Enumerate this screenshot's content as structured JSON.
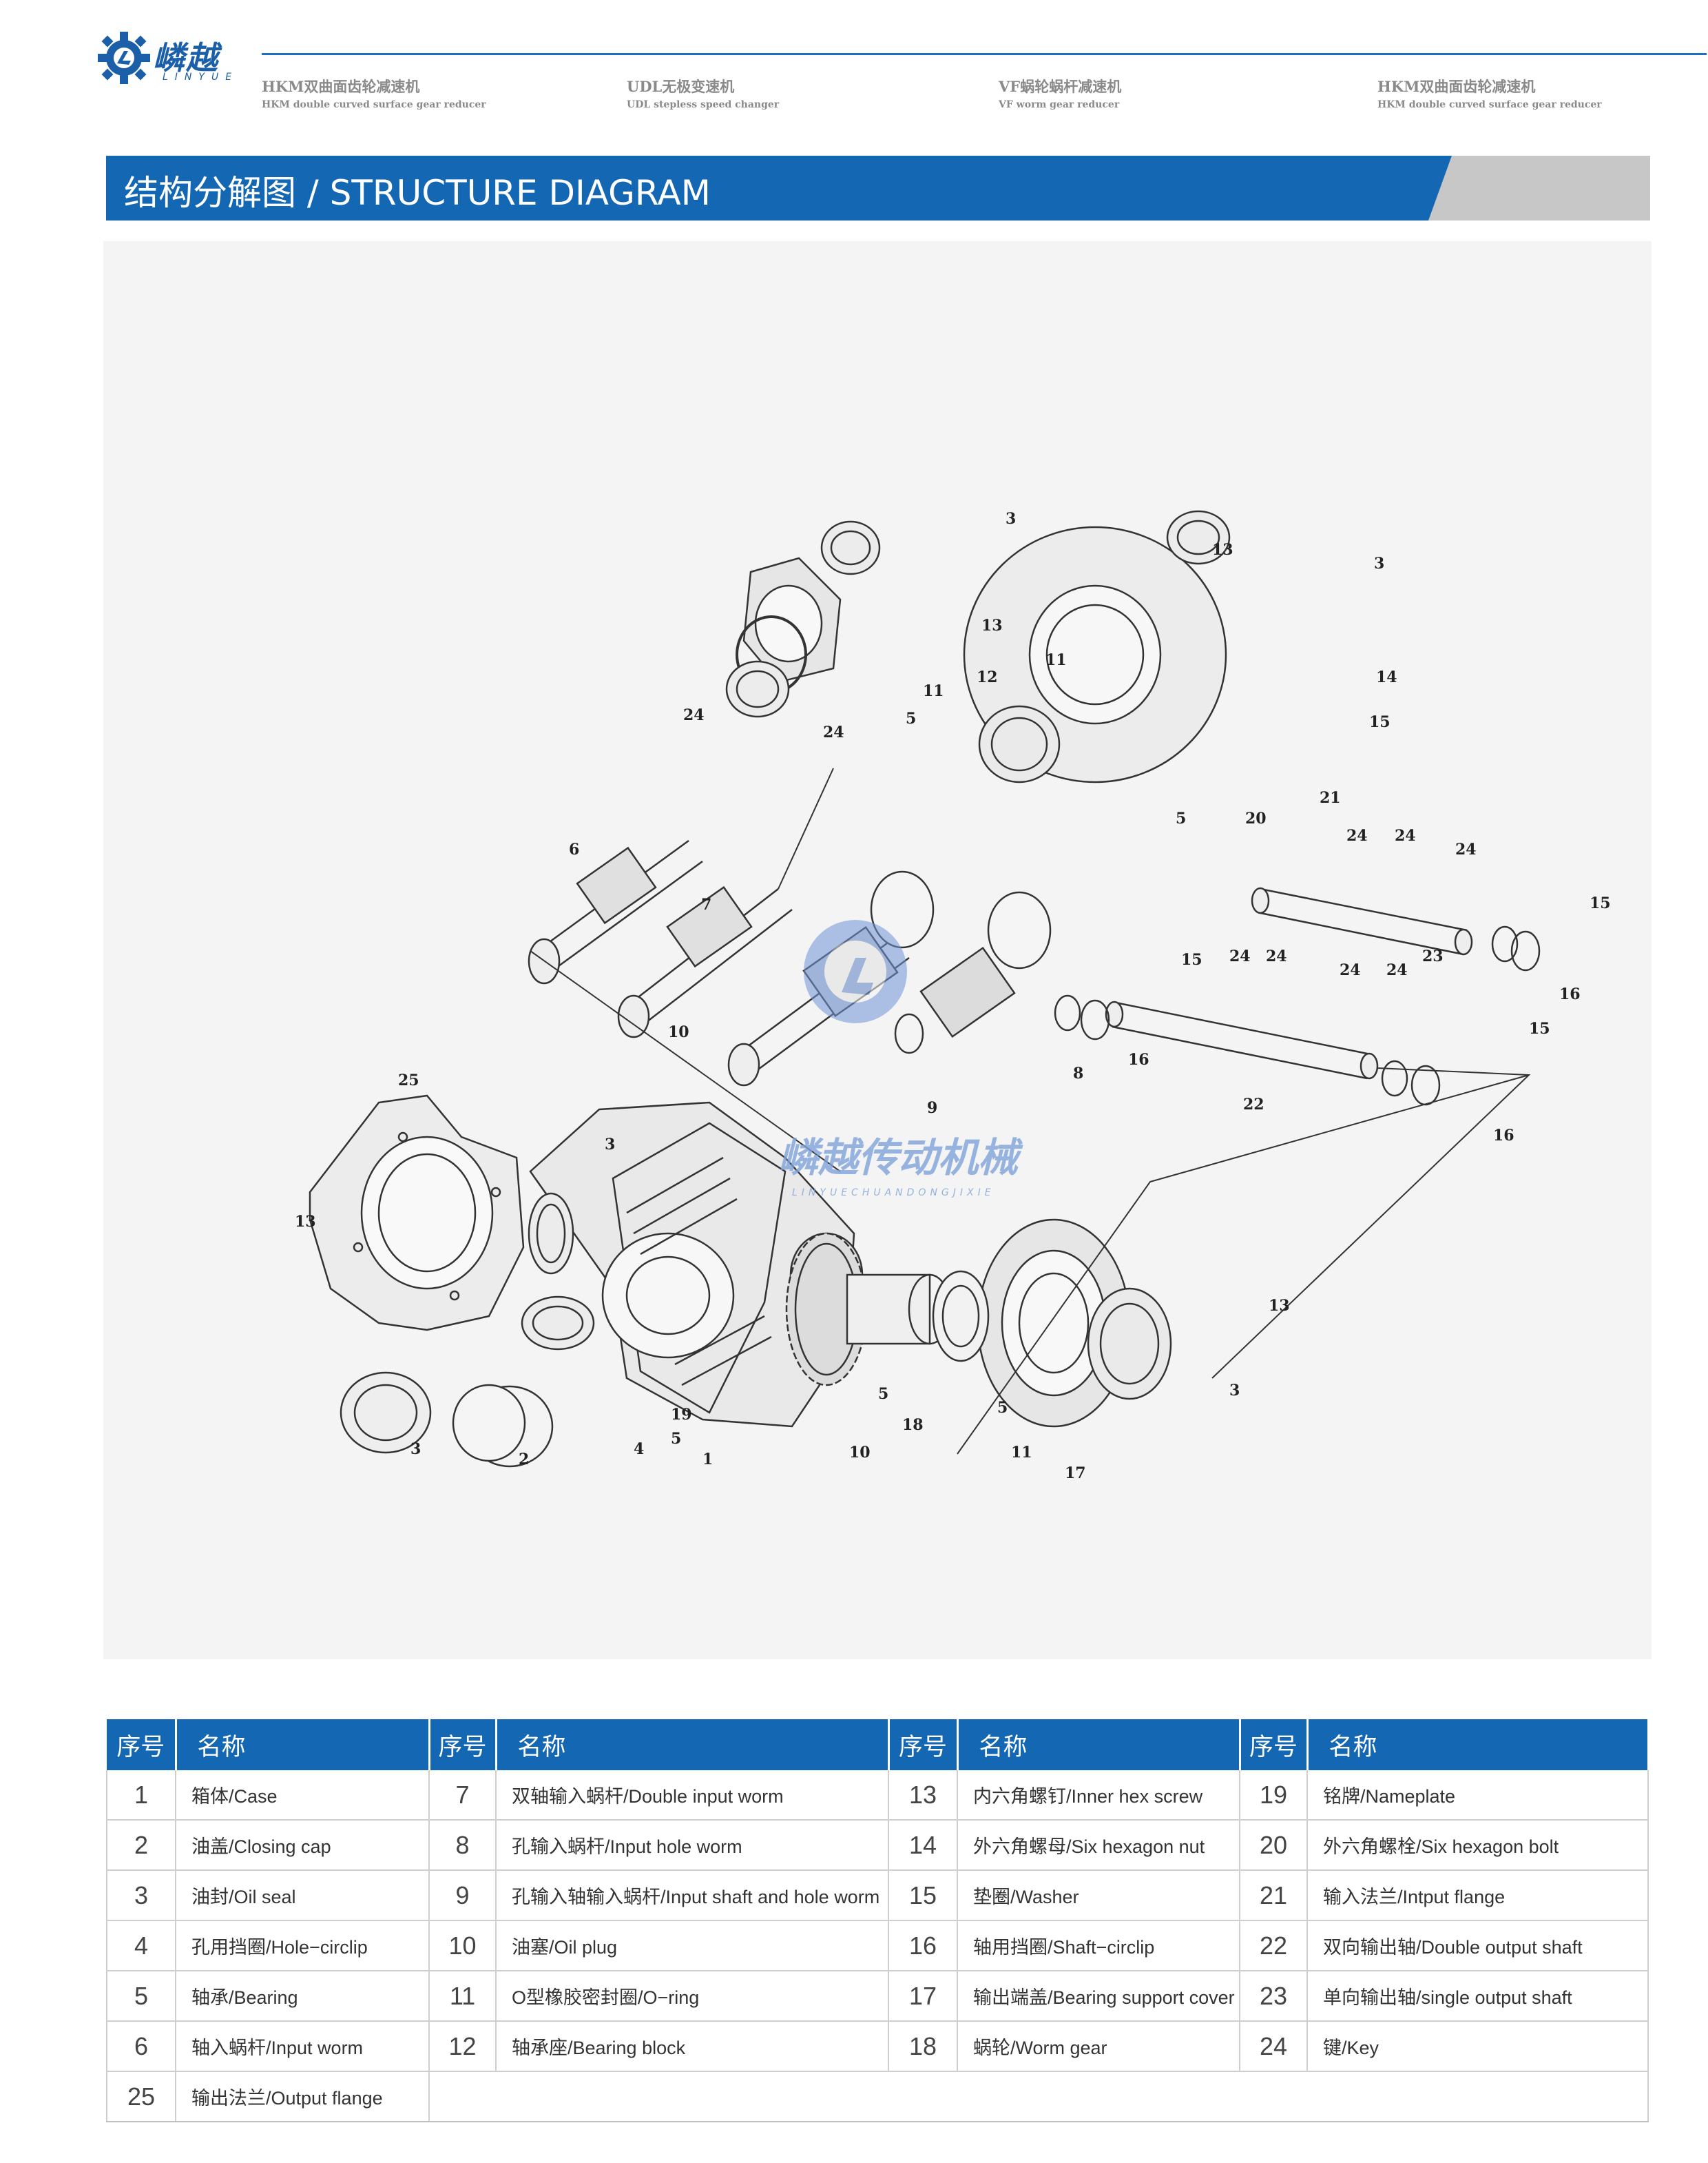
{
  "brand": {
    "name": "嶙越",
    "sub": "LINYUE"
  },
  "nav": [
    {
      "cn": "HKM双曲面齿轮减速机",
      "en": "HKM double curved surface gear reducer"
    },
    {
      "cn": "UDL无极变速机",
      "en": "UDL stepless speed changer"
    },
    {
      "cn": "VF蜗轮蜗杆减速机",
      "en": "VF worm gear reducer"
    },
    {
      "cn": "HKM双曲面齿轮减速机",
      "en": "HKM double curved surface gear reducer"
    }
  ],
  "section_title": "结构分解图 / STRUCTURE DIAGRAM",
  "watermark": {
    "cn": "嶙越传动机械",
    "en": "LINYUECHUANDONGJIXIE"
  },
  "colors": {
    "accent": "#1468b3",
    "banner_grey": "#c7c7c7",
    "panel": "#f4f4f4"
  },
  "callouts": [
    "1",
    "2",
    "3",
    "4",
    "5",
    "6",
    "7",
    "8",
    "9",
    "10",
    "11",
    "12",
    "13",
    "14",
    "15",
    "16",
    "17",
    "18",
    "19",
    "20",
    "21",
    "22",
    "23",
    "24",
    "25"
  ],
  "table": {
    "headers": {
      "num": "序号",
      "name": "名称"
    },
    "rows": [
      [
        {
          "n": "1",
          "t": "箱体/Case"
        },
        {
          "n": "7",
          "t": "双轴输入蜗杆/Double input worm"
        },
        {
          "n": "13",
          "t": "内六角螺钉/Inner hex screw"
        },
        {
          "n": "19",
          "t": "铭牌/Nameplate"
        }
      ],
      [
        {
          "n": "2",
          "t": "油盖/Closing cap"
        },
        {
          "n": "8",
          "t": "孔输入蜗杆/Input hole worm"
        },
        {
          "n": "14",
          "t": "外六角螺母/Six hexagon nut"
        },
        {
          "n": "20",
          "t": "外六角螺栓/Six hexagon bolt"
        }
      ],
      [
        {
          "n": "3",
          "t": "油封/Oil seal"
        },
        {
          "n": "9",
          "t": "孔输入轴输入蜗杆/Input shaft and hole worm"
        },
        {
          "n": "15",
          "t": "垫圈/Washer"
        },
        {
          "n": "21",
          "t": "输入法兰/Intput flange"
        }
      ],
      [
        {
          "n": "4",
          "t": "孔用挡圈/Hole−circlip"
        },
        {
          "n": "10",
          "t": "油塞/Oil plug"
        },
        {
          "n": "16",
          "t": "轴用挡圈/Shaft−circlip"
        },
        {
          "n": "22",
          "t": "双向输出轴/Double output shaft"
        }
      ],
      [
        {
          "n": "5",
          "t": "轴承/Bearing"
        },
        {
          "n": "11",
          "t": "O型橡胶密封圈/O−ring"
        },
        {
          "n": "17",
          "t": "输出端盖/Bearing support cover"
        },
        {
          "n": "23",
          "t": "单向输出轴/single output shaft"
        }
      ],
      [
        {
          "n": "6",
          "t": "轴入蜗杆/Input worm"
        },
        {
          "n": "12",
          "t": "轴承座/Bearing block"
        },
        {
          "n": "18",
          "t": "蜗轮/Worm gear"
        },
        {
          "n": "24",
          "t": "键/Key"
        }
      ],
      [
        {
          "n": "25",
          "t": "输出法兰/Output flange"
        }
      ]
    ]
  }
}
